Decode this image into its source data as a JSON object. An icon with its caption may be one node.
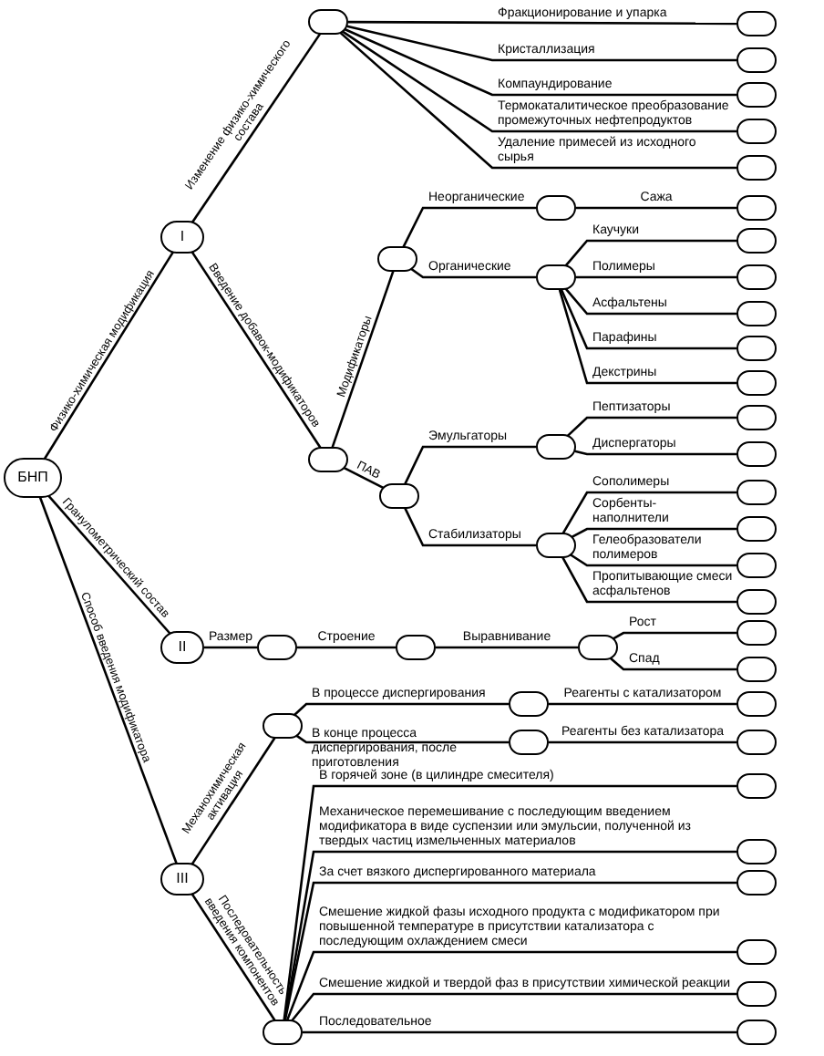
{
  "diagram": {
    "nodes": [
      {
        "text": [
          "БНП"
        ]
      },
      {
        "text": [
          "I"
        ]
      },
      {
        "text": [],
        "shape": "circle"
      },
      {
        "text": [],
        "shape": "circle"
      },
      {
        "text": [],
        "shape": "circle"
      },
      {
        "text": [],
        "shape": "circle"
      },
      {
        "text": [],
        "shape": "circle"
      },
      {
        "text": [],
        "shape": "circle"
      },
      {
        "text": [],
        "shape": "circle"
      },
      {
        "text": [],
        "shape": "circle"
      },
      {
        "text": [],
        "shape": "circle"
      },
      {
        "text": [],
        "shape": "circle"
      },
      {
        "text": [],
        "shape": "circle"
      },
      {
        "text": [],
        "shape": "circle"
      },
      {
        "text": [],
        "shape": "circle"
      },
      {
        "text": [],
        "shape": "circle"
      },
      {
        "text": [],
        "shape": "circle"
      },
      {
        "text": [],
        "shape": "circle"
      },
      {
        "text": [],
        "shape": "circle"
      },
      {
        "text": [],
        "shape": "circle"
      },
      {
        "text": [],
        "shape": "circle"
      },
      {
        "text": [],
        "shape": "circle"
      },
      {
        "text": [],
        "shape": "circle"
      },
      {
        "text": [],
        "shape": "circle"
      },
      {
        "text": [],
        "shape": "circle"
      },
      {
        "text": [],
        "shape": "circle"
      },
      {
        "text": [],
        "shape": "circle"
      },
      {
        "text": [
          "II"
        ]
      },
      {
        "text": [],
        "shape": "circle"
      },
      {
        "text": [],
        "shape": "circle"
      },
      {
        "text": [],
        "shape": "circle"
      },
      {
        "text": [],
        "shape": "circle"
      },
      {
        "text": [],
        "shape": "circle"
      },
      {
        "text": [
          "III"
        ]
      },
      {
        "text": [],
        "shape": "circle"
      },
      {
        "text": [],
        "shape": "circle"
      },
      {
        "text": [],
        "shape": "circle"
      },
      {
        "text": [],
        "shape": "circle"
      },
      {
        "text": [],
        "shape": "circle"
      },
      {
        "text": [],
        "shape": "circle"
      },
      {
        "text": [],
        "shape": "circle"
      },
      {
        "text": [],
        "shape": "circle"
      },
      {
        "text": [],
        "shape": "circle"
      },
      {
        "text": [],
        "shape": "circle"
      },
      {
        "text": [],
        "shape": "circle"
      },
      {
        "text": [],
        "shape": "circle"
      }
    ],
    "edges": [
      {
        "from": 0,
        "to": 1,
        "arrow": "none",
        "label": "Физико-химическая модификация"
      },
      {
        "from": 1,
        "to": 2,
        "arrow": "none",
        "label": "Изменение физико-химического состава"
      },
      {
        "from": 2,
        "to": 3,
        "arrow": "none",
        "label": "Фракционирование и упарка"
      },
      {
        "from": 2,
        "to": 4,
        "arrow": "none",
        "label": "Кристаллизация"
      },
      {
        "from": 2,
        "to": 5,
        "arrow": "none",
        "label": "Компаундирование"
      },
      {
        "from": 2,
        "to": 6,
        "arrow": "none",
        "label": "Термокаталитическое преобразование промежуточных нефтепродуктов"
      },
      {
        "from": 2,
        "to": 7,
        "arrow": "none",
        "label": "Удаление примесей из исходного сырья"
      },
      {
        "from": 1,
        "to": 8,
        "arrow": "none",
        "label": "Введение добавок-модификаторов"
      },
      {
        "from": 8,
        "to": 9,
        "arrow": "none",
        "label": "Модификаторы"
      },
      {
        "from": 9,
        "to": 10,
        "arrow": "none",
        "label": "Неорганические"
      },
      {
        "from": 10,
        "to": 11,
        "arrow": "none",
        "label": "Сажа"
      },
      {
        "from": 9,
        "to": 12,
        "arrow": "none",
        "label": "Органические"
      },
      {
        "from": 12,
        "to": 13,
        "arrow": "none",
        "label": "Каучуки"
      },
      {
        "from": 12,
        "to": 14,
        "arrow": "none",
        "label": "Полимеры"
      },
      {
        "from": 12,
        "to": 15,
        "arrow": "none",
        "label": "Асфальтены"
      },
      {
        "from": 12,
        "to": 16,
        "arrow": "none",
        "label": "Парафины"
      },
      {
        "from": 12,
        "to": 17,
        "arrow": "none",
        "label": "Декстрины"
      },
      {
        "from": 8,
        "to": 18,
        "arrow": "none",
        "label": "ПАВ"
      },
      {
        "from": 18,
        "to": 19,
        "arrow": "none",
        "label": "Эмульгаторы"
      },
      {
        "from": 19,
        "to": 20,
        "arrow": "none",
        "label": "Пептизаторы"
      },
      {
        "from": 19,
        "to": 21,
        "arrow": "none",
        "label": "Диспергаторы"
      },
      {
        "from": 18,
        "to": 22,
        "arrow": "none",
        "label": "Стабилизаторы"
      },
      {
        "from": 22,
        "to": 23,
        "arrow": "none",
        "label": "Сополимеры"
      },
      {
        "from": 22,
        "to": 24,
        "arrow": "none",
        "label": "Сорбенты-наполнители"
      },
      {
        "from": 22,
        "to": 25,
        "arrow": "none",
        "label": "Гелеобразователи полимеров"
      },
      {
        "from": 22,
        "to": 26,
        "arrow": "none",
        "label": "Пропитывающие смеси асфальтенов"
      },
      {
        "from": 0,
        "to": 27,
        "arrow": "none",
        "label": "Гранулометрический состав"
      },
      {
        "from": 27,
        "to": 28,
        "arrow": "none",
        "label": "Размер"
      },
      {
        "from": 28,
        "to": 29,
        "arrow": "none",
        "label": "Строение"
      },
      {
        "from": 29,
        "to": 30,
        "arrow": "none",
        "label": "Выравнивание"
      },
      {
        "from": 30,
        "to": 31,
        "arrow": "none",
        "label": "Рост"
      },
      {
        "from": 30,
        "to": 32,
        "arrow": "none",
        "label": "Спад"
      },
      {
        "from": 0,
        "to": 33,
        "arrow": "none",
        "label": "Способ введения модификатора"
      },
      {
        "from": 33,
        "to": 34,
        "arrow": "none",
        "label": "Механохимическая активация"
      },
      {
        "from": 34,
        "to": 35,
        "arrow": "none",
        "label": "В процессе диспергирования"
      },
      {
        "from": 35,
        "to": 36,
        "arrow": "none",
        "label": "Реагенты с катализатором"
      },
      {
        "from": 34,
        "to": 37,
        "arrow": "none",
        "label": "В конце процесса диспергирования, после приготовления"
      },
      {
        "from": 37,
        "to": 38,
        "arrow": "none",
        "label": "Реагенты без катализатора"
      },
      {
        "from": 33,
        "to": 39,
        "arrow": "none",
        "label": "Последовательность введения компонентов"
      },
      {
        "from": 39,
        "to": 40,
        "arrow": "none",
        "label": "В горячей зоне (в цилиндре смесителя)"
      },
      {
        "from": 39,
        "to": 41,
        "arrow": "none",
        "label": "Механическое перемешивание с последующим введением модификатора в виде суспензии или эмульсии, полученной из твердых частиц измельченных материалов"
      },
      {
        "from": 39,
        "to": 42,
        "arrow": "none",
        "label": "За счет вязкого диспергированного материала"
      },
      {
        "from": 39,
        "to": 43,
        "arrow": "none",
        "label": "Смешение жидкой фазы исходного продукта с модификатором при повышенной температуре в присутствии катализатора с последующим охлаждением смеси"
      },
      {
        "from": 39,
        "to": 44,
        "arrow": "none",
        "label": "Смешение жидкой и твердой фаз в присутствии химической реакции"
      },
      {
        "from": 39,
        "to": 45,
        "arrow": "none",
        "label": "Последовательное"
      }
    ]
  }
}
